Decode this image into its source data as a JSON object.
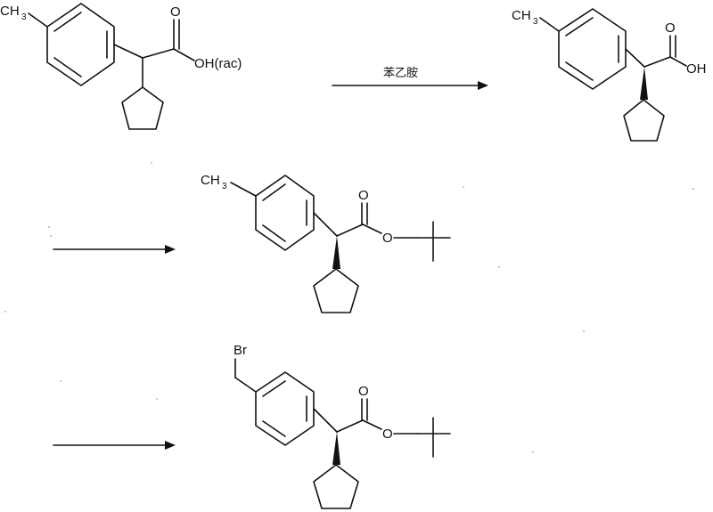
{
  "labels": {
    "methyl": "CH",
    "methyl_sub": "3",
    "acid_rac": "OH(rac)",
    "acid": "OH",
    "carbonyl_o": "O",
    "ester_o": "O",
    "bromine": "Br",
    "reagent_step1": "苯乙胺"
  }
}
